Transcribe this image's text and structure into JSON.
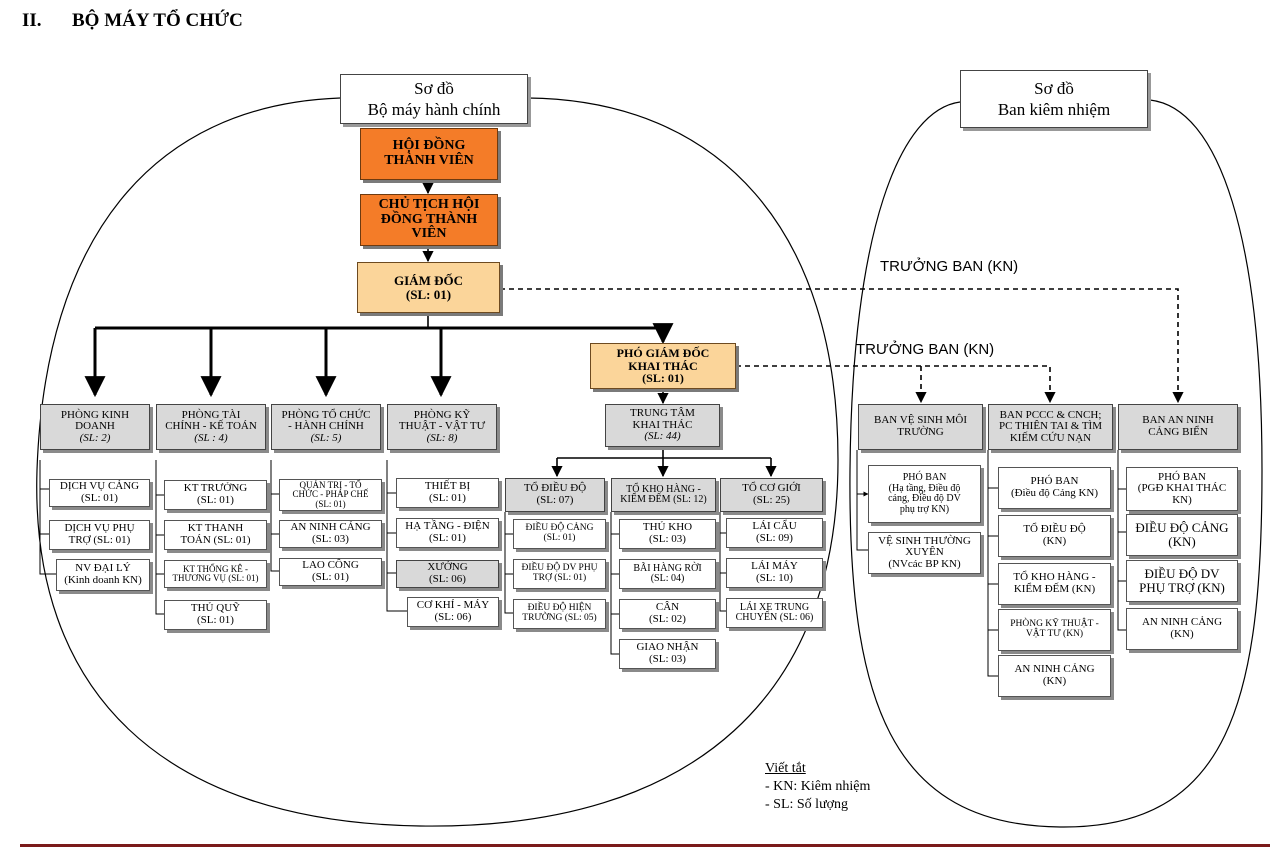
{
  "heading": {
    "number": "II.",
    "title": "BỘ MÁY TỔ CHỨC"
  },
  "admin_diagram": {
    "title_line1": "Sơ đồ",
    "title_line2": "Bộ máy hành chính"
  },
  "concurrent_diagram": {
    "title_line1": "Sơ đồ",
    "title_line2": "Ban kiêm nhiệm"
  },
  "council": {
    "line1": "HỘI ĐỒNG",
    "line2": "THÀNH VIÊN"
  },
  "chairman": {
    "line1": "CHỦ TỊCH HỘI",
    "line2": "ĐỒNG THÀNH",
    "line3": "VIÊN"
  },
  "director": {
    "line1": "GIÁM ĐỐC",
    "line2": "(SL: 01)"
  },
  "deputy": {
    "line1": "PHÓ GIÁM ĐỐC",
    "line2": "KHAI THÁC",
    "line3": "(SL: 01)"
  },
  "labels": {
    "head_kn_1": "TRƯỞNG BAN (KN)",
    "head_kn_2": "TRƯỞNG BAN (KN)"
  },
  "departments": {
    "business": {
      "line1": "PHÒNG KINH",
      "line2": "DOANH",
      "count": "(SL: 2)"
    },
    "finance": {
      "line1": "PHÒNG TÀI",
      "line2": "CHÍNH - KẾ TOÁN",
      "count": "(SL : 4)"
    },
    "hr": {
      "line1": "PHÒNG TỔ CHỨC",
      "line2": "- HÀNH CHÍNH",
      "count": "(SL: 5)"
    },
    "tech": {
      "line1": "PHÒNG KỸ",
      "line2": "THUẬT - VẬT TƯ",
      "count": "(SL: 8)"
    },
    "ops_center": {
      "line1": "TRUNG TÂM",
      "line2": "KHAI THÁC",
      "count": "(SL: 44)"
    }
  },
  "business_units": [
    {
      "line1": "DỊCH VỤ CẢNG",
      "line2": "(SL: 01)"
    },
    {
      "line1": "DỊCH VỤ PHỤ",
      "line2": "TRỢ (SL: 01)"
    },
    {
      "line1": "NV ĐẠI LÝ",
      "line2": "(Kinh doanh KN)"
    }
  ],
  "finance_units": [
    {
      "line1": "KT TRƯỞNG",
      "line2": "(SL: 01)"
    },
    {
      "line1": "KT THANH",
      "line2": "TOÁN (SL: 01)"
    },
    {
      "line1": "KT THỐNG KÊ -",
      "line2": "THƯƠNG VỤ (SL: 01)"
    },
    {
      "line1": "THỦ QUỸ",
      "line2": "(SL: 01)"
    }
  ],
  "hr_units": [
    {
      "line1": "QUẢN TRỊ - TỔ",
      "line2": "CHỨC - PHÁP CHẾ",
      "line3": "(SL: 01)"
    },
    {
      "line1": "AN NINH CẢNG",
      "line2": "(SL: 03)"
    },
    {
      "line1": "LAO CÔNG",
      "line2": "(SL: 01)"
    }
  ],
  "tech_units": [
    {
      "line1": "THIẾT BỊ",
      "line2": "(SL: 01)"
    },
    {
      "line1": "HẠ TẦNG - ĐIỆN",
      "line2": "(SL: 01)"
    },
    {
      "line1": "XƯỞNG",
      "line2": "(SL: 06)"
    },
    {
      "line1": "CƠ KHÍ - MÁY",
      "line2": "(SL: 06)"
    }
  ],
  "teams": {
    "dispatch": {
      "line1": "TỔ ĐIỀU ĐỘ",
      "line2": "(SL: 07)"
    },
    "warehouse": {
      "line1": "TỔ KHO HÀNG -",
      "line2": "KIỂM ĐẾM (SL: 12)"
    },
    "mechanical": {
      "line1": "TỔ CƠ GIỚI",
      "line2": "(SL: 25)"
    }
  },
  "dispatch_units": [
    {
      "line1": "ĐIỀU ĐỘ CẢNG",
      "line2": "(SL: 01)"
    },
    {
      "line1": "ĐIỀU ĐỘ DV PHỤ",
      "line2": "TRỢ (SL: 01)"
    },
    {
      "line1": "ĐIỀU ĐỘ HIỆN",
      "line2": "TRƯỜNG (SL: 05)"
    }
  ],
  "warehouse_units": [
    {
      "line1": "THỦ KHO",
      "line2": "(SL: 03)"
    },
    {
      "line1": "BÃI HÀNG RỜI",
      "line2": "(SL: 04)"
    },
    {
      "line1": "CÂN",
      "line2": "(SL: 02)"
    },
    {
      "line1": "GIAO NHẬN",
      "line2": "(SL: 03)"
    }
  ],
  "mechanical_units": [
    {
      "line1": "LÁI CẨU",
      "line2": "(SL: 09)"
    },
    {
      "line1": "LÁI MÁY",
      "line2": "(SL: 10)"
    },
    {
      "line1": "LÁI XE TRUNG",
      "line2": "CHUYỂN (SL: 06)"
    }
  ],
  "boards": {
    "sanitation": {
      "line1": "BAN VỆ SINH MÔI",
      "line2": "TRƯỜNG"
    },
    "fire": {
      "line1": "BAN PCCC & CNCH;",
      "line2": "PC THIÊN TAI & TÌM",
      "line3": "KIẾM CỨU NẠN"
    },
    "security": {
      "line1": "BAN AN NINH",
      "line2": "CẢNG BIỂN"
    }
  },
  "sanitation_units": [
    {
      "line1": "PHÓ BAN",
      "line2": "(Hạ tầng, Điều độ",
      "line3": "cảng, Điều độ DV",
      "line4": "phụ trợ KN)"
    },
    {
      "line1": "VỆ SINH THƯỜNG",
      "line2": "XUYÊN",
      "line3": "(NVcác BP KN)"
    }
  ],
  "fire_units": [
    {
      "line1": "PHÓ BAN",
      "line2": "(Điều độ Cảng KN)"
    },
    {
      "line1": "TỔ ĐIỀU ĐỘ",
      "line2": "(KN)"
    },
    {
      "line1": "TỔ KHO HÀNG -",
      "line2": "KIỂM ĐẾM (KN)"
    },
    {
      "line1": "PHÒNG KỸ THUẬT -",
      "line2": "VẬT TƯ (KN)"
    },
    {
      "line1": "AN NINH CẢNG",
      "line2": "(KN)"
    }
  ],
  "security_units": [
    {
      "line1": "PHÓ BAN",
      "line2": "(PGĐ KHAI THÁC",
      "line3": "KN)"
    },
    {
      "line1": "ĐIỀU ĐỘ CẢNG",
      "line2": "(KN)"
    },
    {
      "line1": "ĐIỀU ĐỘ DV",
      "line2": "PHỤ TRỢ (KN)"
    },
    {
      "line1": "AN NINH CẢNG",
      "line2": "(KN)"
    }
  ],
  "legend": {
    "title": "Viết tắt",
    "item1": "- KN: Kiêm nhiệm",
    "item2": "- SL: Số lượng"
  }
}
